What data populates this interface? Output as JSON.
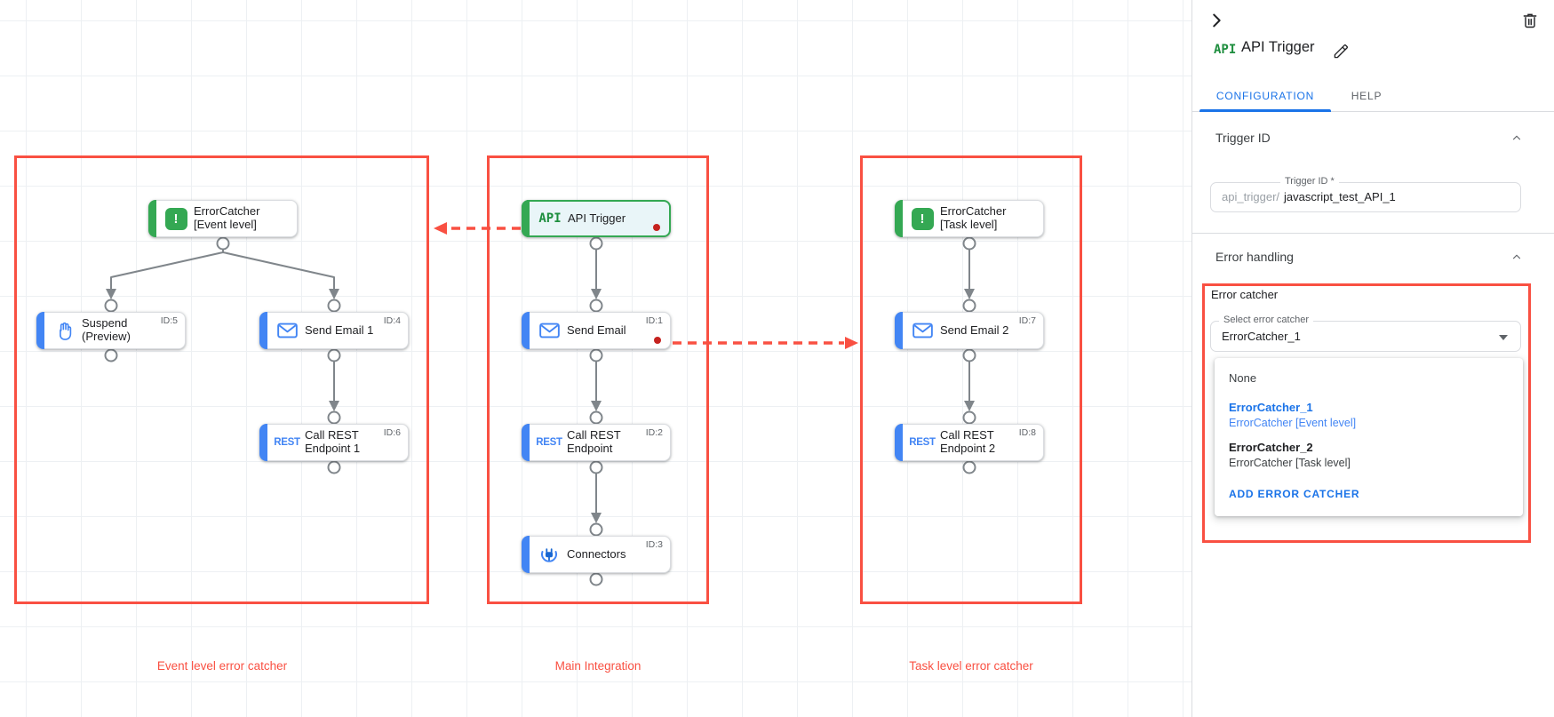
{
  "colors": {
    "accent_red": "#f95042",
    "google_green": "#34a853",
    "google_blue": "#4285f4",
    "link_blue": "#1a73e8",
    "edge_grey": "#80868b",
    "dot_red": "#c5221f"
  },
  "canvas": {
    "regions": [
      {
        "label": "Event level error catcher"
      },
      {
        "label": "Main Integration"
      },
      {
        "label": "Task level error catcher"
      }
    ],
    "nodes": {
      "ec_event": {
        "title": "ErrorCatcher [Event level]"
      },
      "suspend": {
        "title": "Suspend (Preview)",
        "id": "ID:5"
      },
      "send_email_1": {
        "title": "Send Email 1",
        "id": "ID:4"
      },
      "call_rest_1": {
        "title": "Call REST Endpoint 1",
        "id": "ID:6"
      },
      "api_trigger": {
        "title": "API Trigger"
      },
      "send_email": {
        "title": "Send Email",
        "id": "ID:1"
      },
      "call_rest": {
        "title": "Call REST Endpoint",
        "id": "ID:2"
      },
      "connectors": {
        "title": "Connectors",
        "id": "ID:3"
      },
      "ec_task": {
        "title": "ErrorCatcher [Task level]"
      },
      "send_email_2": {
        "title": "Send Email 2",
        "id": "ID:7"
      },
      "call_rest_2": {
        "title": "Call REST Endpoint 2",
        "id": "ID:8"
      }
    },
    "icon_texts": {
      "api": "API",
      "rest": "REST",
      "error_mark": "!"
    }
  },
  "panel": {
    "title": "API Trigger",
    "tabs": {
      "configuration": "CONFIGURATION",
      "help": "HELP"
    },
    "trigger_id": {
      "heading": "Trigger ID",
      "field_label": "Trigger ID *",
      "prefix": "api_trigger/",
      "value": "javascript_test_API_1"
    },
    "error_handling": {
      "heading": "Error handling",
      "group_label": "Error catcher",
      "select_label": "Select error catcher",
      "select_value": "ErrorCatcher_1",
      "menu": {
        "none_label": "None",
        "options": [
          {
            "name": "ErrorCatcher_1",
            "desc": "ErrorCatcher [Event level]"
          },
          {
            "name": "ErrorCatcher_2",
            "desc": "ErrorCatcher [Task level]"
          }
        ],
        "add_label": "ADD ERROR CATCHER"
      }
    }
  }
}
